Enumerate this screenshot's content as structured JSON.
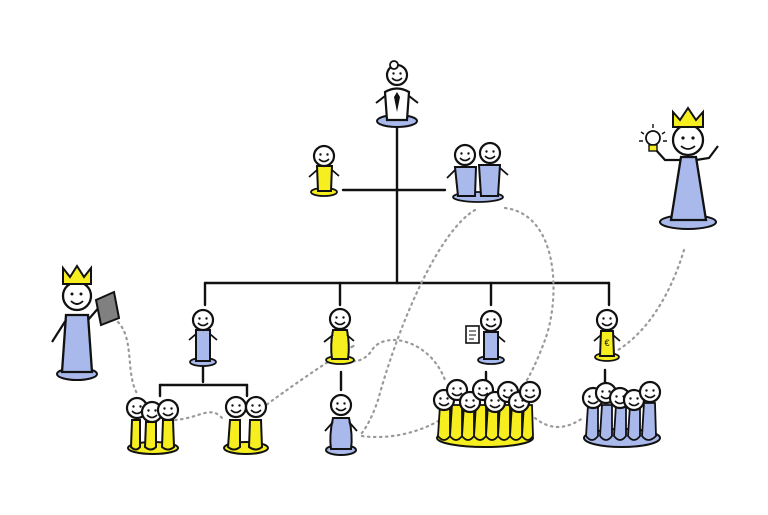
{
  "title": "",
  "colors": {
    "ink": "#111111",
    "blue": "#a9b9ec",
    "yellow": "#f6ee1e",
    "dots": "#9a9a9a",
    "background": "#ffffff"
  },
  "icons": [
    "crown-icon",
    "lightbulb-icon",
    "document-icon",
    "tie-icon",
    "euro-sign-icon"
  ],
  "hierarchy": {
    "top": "manager-figure",
    "second_level": [
      "assistant-figure",
      "duo-group"
    ],
    "teams": [
      {
        "lead": "lead-1",
        "groups": [
          "team-1a",
          "team-1b"
        ]
      },
      {
        "lead": "lead-2",
        "groups": [
          "team-2"
        ]
      },
      {
        "lead": "lead-3",
        "groups": [
          "team-3"
        ]
      },
      {
        "lead": "lead-4",
        "groups": [
          "team-4"
        ]
      }
    ],
    "external": [
      "king-with-flag",
      "king-with-idea"
    ]
  }
}
